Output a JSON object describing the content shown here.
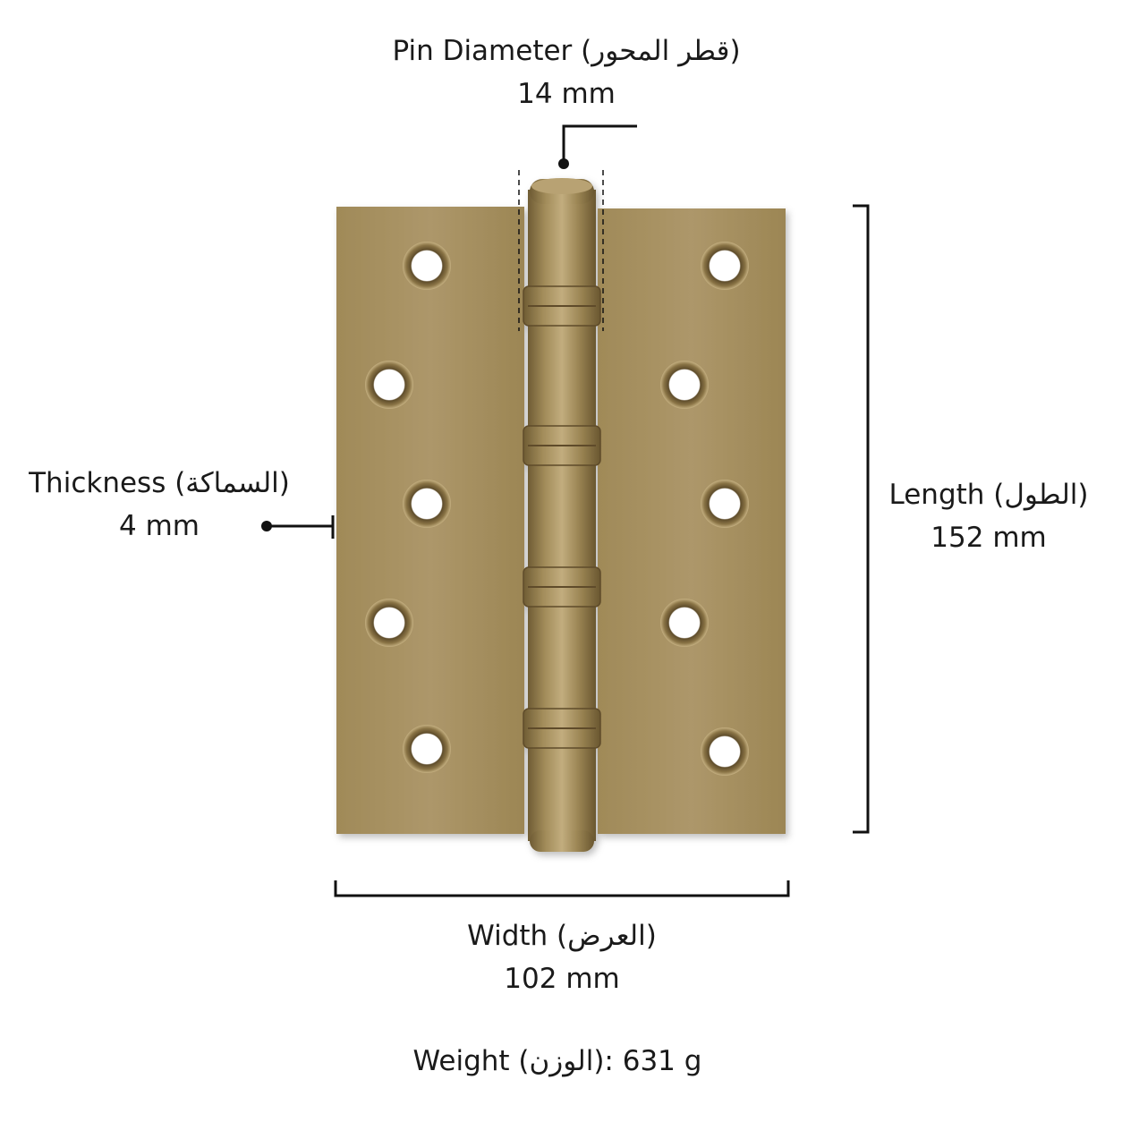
{
  "pin_diameter": {
    "label": "Pin Diameter (قطر المحور)",
    "value": "14 mm"
  },
  "thickness": {
    "label": "Thickness (السماكة)",
    "value": "4 mm"
  },
  "length": {
    "label": "Length (الطول)",
    "value": "152 mm"
  },
  "width": {
    "label": "Width (العرض)",
    "value": "102 mm"
  },
  "weight": {
    "text": "Weight (الوزن): 631 g"
  },
  "colors": {
    "brass_light": "#b09a68",
    "brass_mid": "#9a8453",
    "brass_dark": "#6f5c34",
    "line": "#111111"
  }
}
